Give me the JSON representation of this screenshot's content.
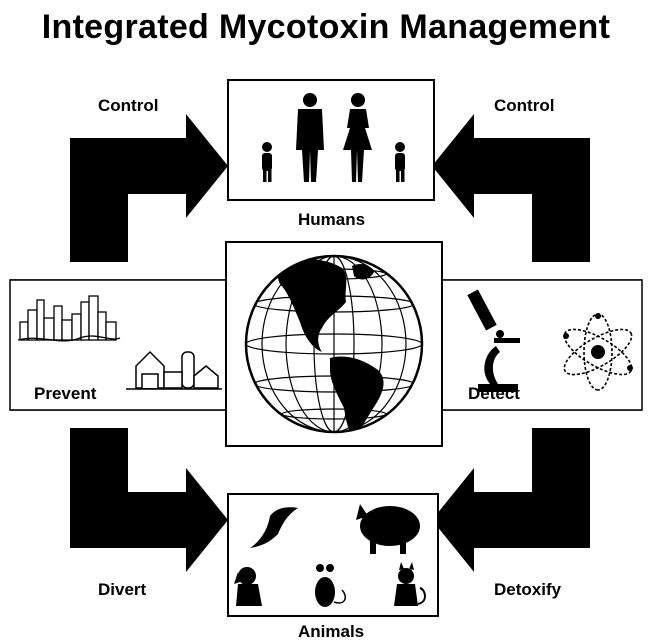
{
  "title": "Integrated Mycotoxin Management",
  "labels": {
    "control_left": "Control",
    "control_right": "Control",
    "humans": "Humans",
    "prevent": "Prevent",
    "detect": "Detect",
    "divert": "Divert",
    "detoxify": "Detoxify",
    "animals": "Animals"
  },
  "icons": {
    "humans": [
      "child-figure-icon",
      "man-figure-icon",
      "woman-figure-icon",
      "child-figure-icon"
    ],
    "prevent": [
      "city-skyline-icon",
      "farm-barn-icon"
    ],
    "detect": [
      "microscope-icon",
      "atom-icon"
    ],
    "animals": [
      "bird-icon",
      "pig-icon",
      "dog-icon",
      "mouse-icon",
      "cat-icon"
    ],
    "center": "globe-icon"
  },
  "colors": {
    "ink": "#000000",
    "paper": "#ffffff"
  }
}
